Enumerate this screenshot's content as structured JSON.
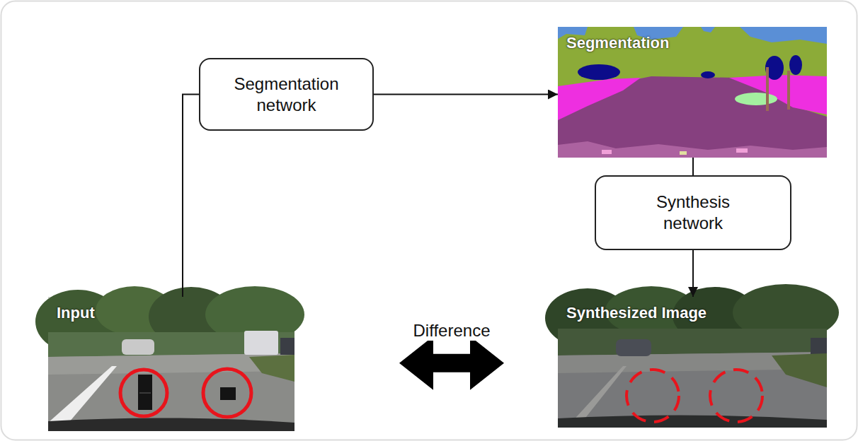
{
  "diagram": {
    "nodes": [
      {
        "text": [
          "Segmentation network"
        ]
      },
      {
        "text": [
          "Segmentation"
        ]
      },
      {
        "text": [
          "Synthesis network"
        ]
      },
      {
        "text": [
          "Input"
        ]
      },
      {
        "text": [
          "Synthesized Image"
        ]
      }
    ],
    "edges": [
      {
        "from": 3,
        "to": 0,
        "arrow": "none"
      },
      {
        "from": 0,
        "to": 1,
        "arrow": "to"
      },
      {
        "from": 1,
        "to": 2,
        "arrow": "none"
      },
      {
        "from": 2,
        "to": 4,
        "arrow": "to"
      },
      {
        "from": 3,
        "to": 4,
        "arrow": "both",
        "label": "Difference"
      }
    ]
  }
}
